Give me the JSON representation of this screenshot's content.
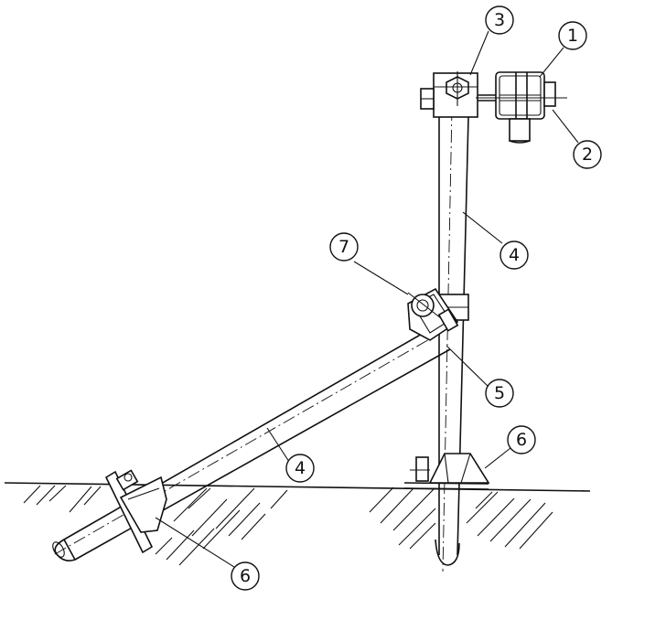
{
  "diagram": {
    "callouts": [
      {
        "id": "c1",
        "label": "1"
      },
      {
        "id": "c2",
        "label": "2"
      },
      {
        "id": "c3",
        "label": "3"
      },
      {
        "id": "c4a",
        "label": "4"
      },
      {
        "id": "c4b",
        "label": "4"
      },
      {
        "id": "c5",
        "label": "5"
      },
      {
        "id": "c6a",
        "label": "6"
      },
      {
        "id": "c6b",
        "label": "6"
      },
      {
        "id": "c7",
        "label": "7"
      }
    ]
  }
}
